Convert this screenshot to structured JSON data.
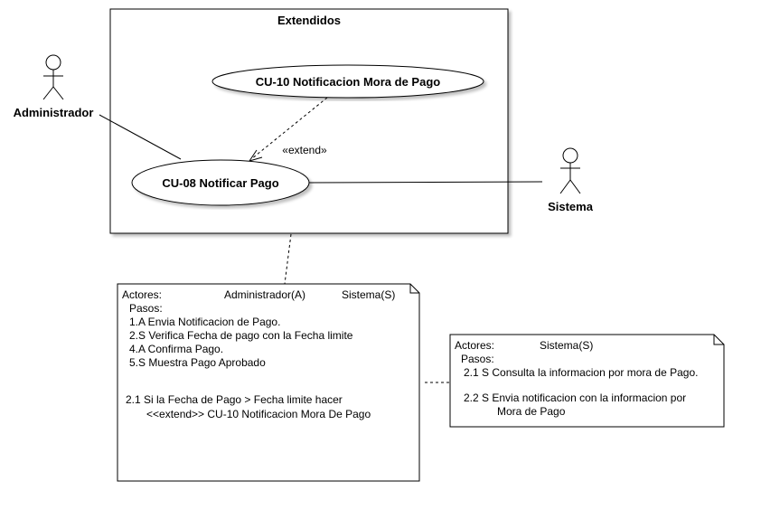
{
  "boundary": {
    "title": "Extendidos"
  },
  "use_cases": {
    "cu10": "CU-10 Notificacion Mora de Pago",
    "cu08": "CU-08 Notificar Pago"
  },
  "extend_label": "«extend»",
  "actors": {
    "admin": "Administrador",
    "sistema": "Sistema"
  },
  "note1": {
    "actores_label": "Actores:",
    "actor_a": "Administrador(A)",
    "actor_s": "Sistema(S)",
    "pasos_label": "Pasos:",
    "steps": [
      "1.A Envia Notificacion de Pago.",
      "2.S Verifica Fecha de pago con la Fecha limite",
      "4.A Confirma Pago.",
      "5.S Muestra Pago Aprobado"
    ],
    "alt_line1": "2.1 Si la Fecha de Pago > Fecha limite hacer",
    "alt_line2": "<<extend>> CU-10 Notificacion Mora De Pago"
  },
  "note2": {
    "actores_label": "Actores:",
    "actor_s": "Sistema(S)",
    "pasos_label": "Pasos:",
    "step1": "2.1 S Consulta la informacion por mora de Pago.",
    "step2_line1": "2.2 S Envia notificacion con la informacion por",
    "step2_line2": "Mora de Pago"
  }
}
